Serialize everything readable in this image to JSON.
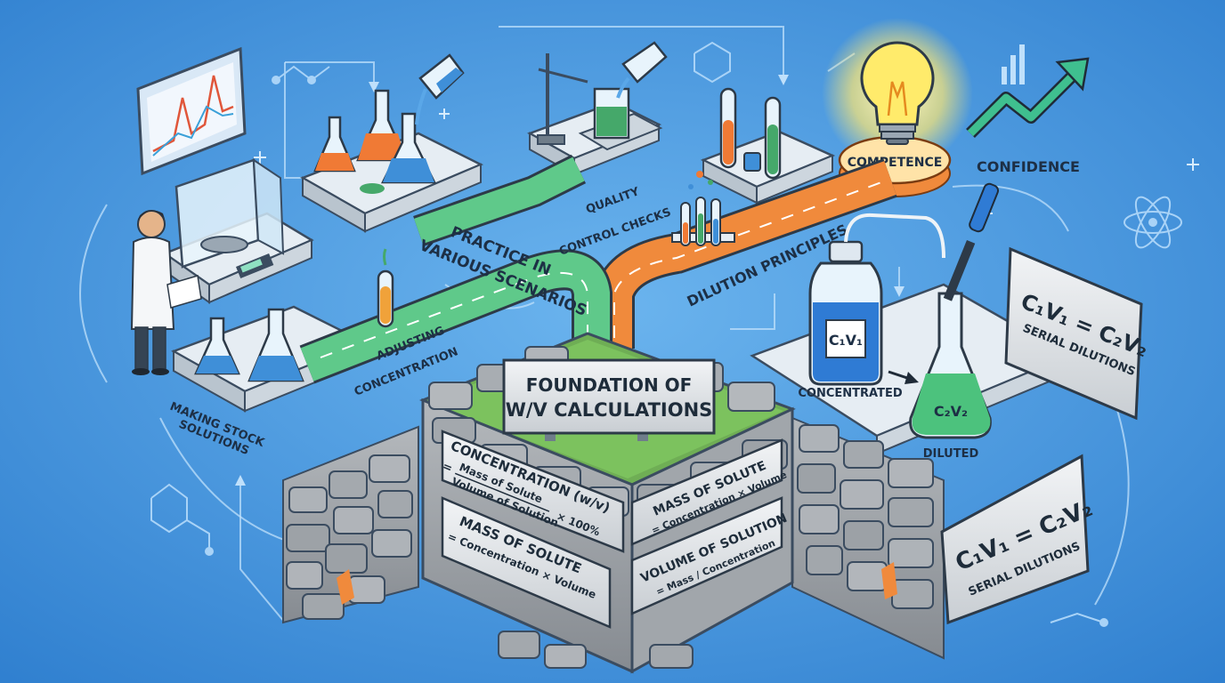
{
  "colors": {
    "background": "#3f8fd8",
    "stone": "#9ea3a8",
    "green_path": "#5fc98a",
    "orange_path": "#f08a3c",
    "glow": "#fff3a0"
  },
  "icons": [
    "monitor-chart-icon",
    "balance-icon",
    "scientist-icon",
    "flask-icon",
    "beaker-icon",
    "test-tube-icon",
    "lightbulb-icon",
    "trend-arrow-icon",
    "atom-icon",
    "molecule-icon",
    "dropper-icon",
    "bottle-icon"
  ],
  "center_plaque": {
    "line1": "FOUNDATION OF",
    "line2": "W/V CALCULATIONS"
  },
  "path_labels": {
    "practice_1": "PRACTICE IN",
    "practice_2": "VARIOUS SCENARIOS",
    "quality_1": "QUALITY",
    "quality_2": "CONTROL CHECKS",
    "dilution": "DILUTION PRINCIPLES",
    "adjusting_1": "ADJUSTING",
    "adjusting_2": "CONCENTRATION",
    "stock_1": "MAKING STOCK",
    "stock_2": "SOLUTIONS"
  },
  "outcomes": {
    "competence": "COMPETENCE",
    "confidence": "CONFIDENCE"
  },
  "dilution": {
    "bottle_label": "C₁V₁",
    "flask_label": "C₂V₂",
    "concentrated": "CONCENTRATED",
    "diluted": "DILUTED"
  },
  "plaques": {
    "p1_title": "CONCENTRATION (w/v)",
    "p1_eq": "=",
    "p1_num": "Mass of Solute",
    "p1_den": "Volume of Solution",
    "p1_tail": "× 100%",
    "p2_title": "MASS OF SOLUTE",
    "p2_body": "= Concentration × Volume",
    "p3_title": "MASS OF SOLUTE",
    "p3_body": "= Concentration × Volume",
    "p4_title": "VOLUME OF SOLUTION",
    "p4_body": "= Mass / Concentration"
  },
  "signs": {
    "upper_formula": "C₁V₁ = C₂V₂",
    "upper_caption": "SERIAL DILUTIONS",
    "lower_formula": "C₁V₁ = C₂V₂",
    "lower_caption": "SERIAL DILUTIONS"
  }
}
